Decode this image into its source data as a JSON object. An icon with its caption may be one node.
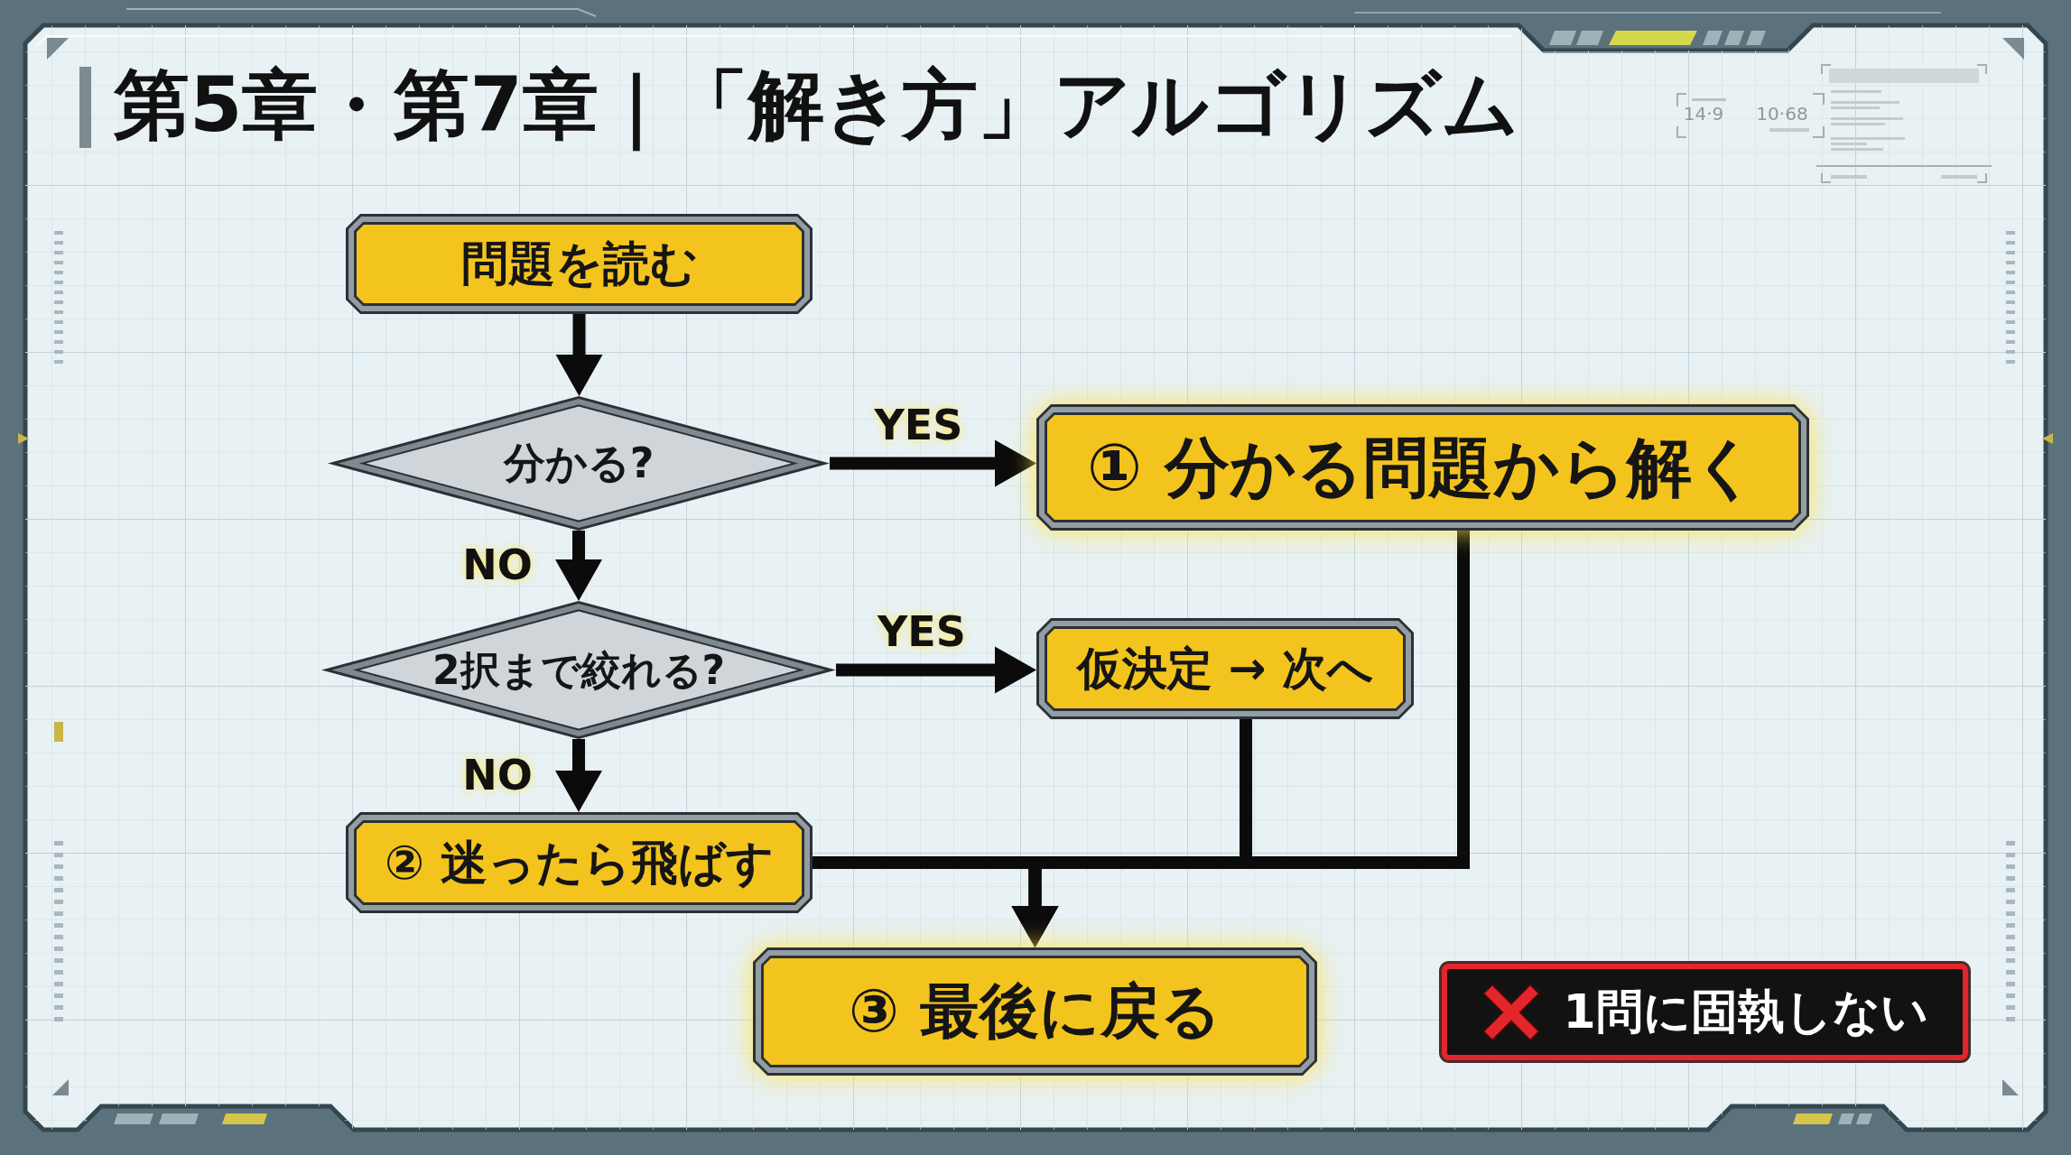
{
  "diagram": {
    "title": "第5章・第7章｜「解き方」アルゴリズム",
    "nodes": [
      {
        "text": [
          "問題を読む"
        ]
      },
      {
        "text": [
          "分かる?"
        ]
      },
      {
        "text": [
          "① 分かる問題から解く"
        ]
      },
      {
        "text": [
          "2択まで絞れる?"
        ]
      },
      {
        "text": [
          "仮決定 → 次へ"
        ]
      },
      {
        "text": [
          "② 迷ったら飛ばす"
        ]
      },
      {
        "text": [
          "③ 最後に戻る"
        ]
      },
      {
        "text": [
          "1問に固執しない"
        ]
      }
    ],
    "edges": [
      {
        "from": 0,
        "to": 1,
        "arrow": "to"
      },
      {
        "from": 1,
        "to": 2,
        "arrow": "to",
        "label": "YES"
      },
      {
        "from": 1,
        "to": 3,
        "arrow": "to",
        "label": "NO"
      },
      {
        "from": 3,
        "to": 4,
        "arrow": "to",
        "label": "YES"
      },
      {
        "from": 3,
        "to": 5,
        "arrow": "to",
        "label": "NO"
      },
      {
        "from": 2,
        "to": 6,
        "arrow": "to"
      },
      {
        "from": 4,
        "to": 6,
        "arrow": "to"
      },
      {
        "from": 5,
        "to": 6,
        "arrow": "to"
      }
    ],
    "labels": [
      "14·9",
      "10·68"
    ]
  }
}
